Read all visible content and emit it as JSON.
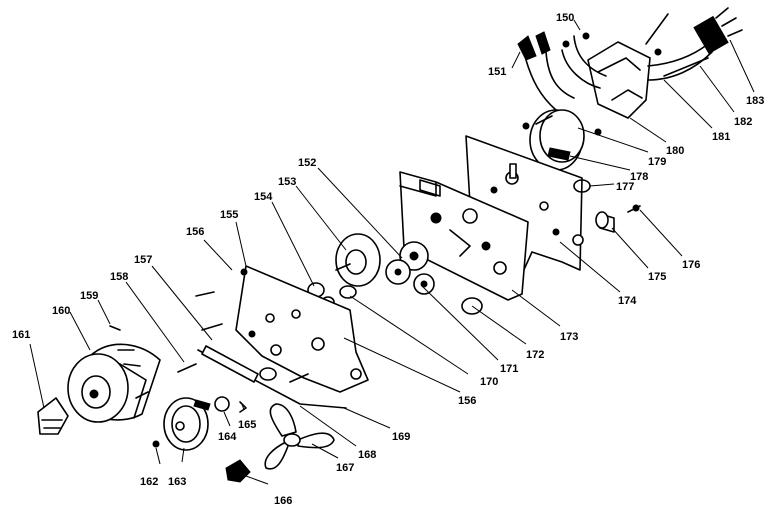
{
  "labels": [
    {
      "id": "150",
      "text": "150"
    },
    {
      "id": "151",
      "text": "151"
    },
    {
      "id": "152",
      "text": "152"
    },
    {
      "id": "153",
      "text": "153"
    },
    {
      "id": "154",
      "text": "154"
    },
    {
      "id": "155",
      "text": "155"
    },
    {
      "id": "156a",
      "text": "156"
    },
    {
      "id": "156b",
      "text": "156"
    },
    {
      "id": "157",
      "text": "157"
    },
    {
      "id": "158",
      "text": "158"
    },
    {
      "id": "159",
      "text": "159"
    },
    {
      "id": "160",
      "text": "160"
    },
    {
      "id": "161",
      "text": "161"
    },
    {
      "id": "162",
      "text": "162"
    },
    {
      "id": "163",
      "text": "163"
    },
    {
      "id": "164",
      "text": "164"
    },
    {
      "id": "165",
      "text": "165"
    },
    {
      "id": "166",
      "text": "166"
    },
    {
      "id": "167",
      "text": "167"
    },
    {
      "id": "168",
      "text": "168"
    },
    {
      "id": "169",
      "text": "169"
    },
    {
      "id": "170",
      "text": "170"
    },
    {
      "id": "171",
      "text": "171"
    },
    {
      "id": "172",
      "text": "172"
    },
    {
      "id": "173",
      "text": "173"
    },
    {
      "id": "174",
      "text": "174"
    },
    {
      "id": "175",
      "text": "175"
    },
    {
      "id": "176",
      "text": "176"
    },
    {
      "id": "177",
      "text": "177"
    },
    {
      "id": "178",
      "text": "178"
    },
    {
      "id": "179",
      "text": "179"
    },
    {
      "id": "180",
      "text": "180"
    },
    {
      "id": "181",
      "text": "181"
    },
    {
      "id": "182",
      "text": "182"
    },
    {
      "id": "183",
      "text": "183"
    }
  ]
}
